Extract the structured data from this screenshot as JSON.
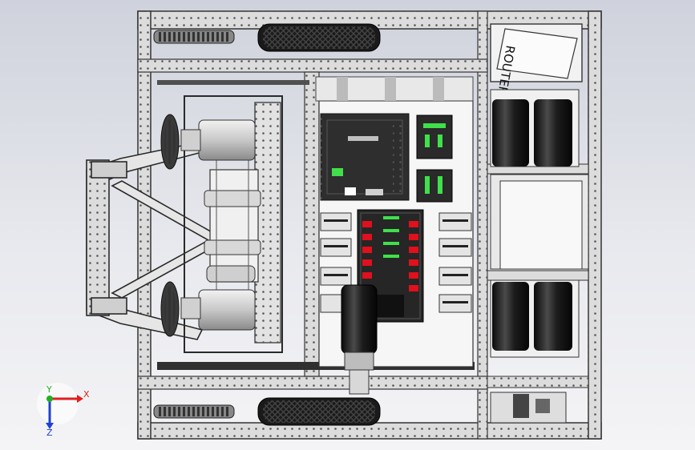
{
  "viewport": {
    "background_top": "#cfd2dc",
    "background_bottom": "#f4f4f6"
  },
  "model": {
    "router_label": "ROUTER",
    "frame_color": "#d9d9d9",
    "frame_edge": "#3a3a3a",
    "wheel_color": "#1a1a1a",
    "battery_color": "#151515",
    "board_color": "#2e2e2e",
    "pcb_green": "#3fe04a",
    "fuse_red": "#e0101c"
  },
  "triad": {
    "x_label": "X",
    "y_label": "Y",
    "z_label": "Z",
    "x_color": "#e02020",
    "y_color": "#20b020",
    "z_color": "#2040d0"
  }
}
